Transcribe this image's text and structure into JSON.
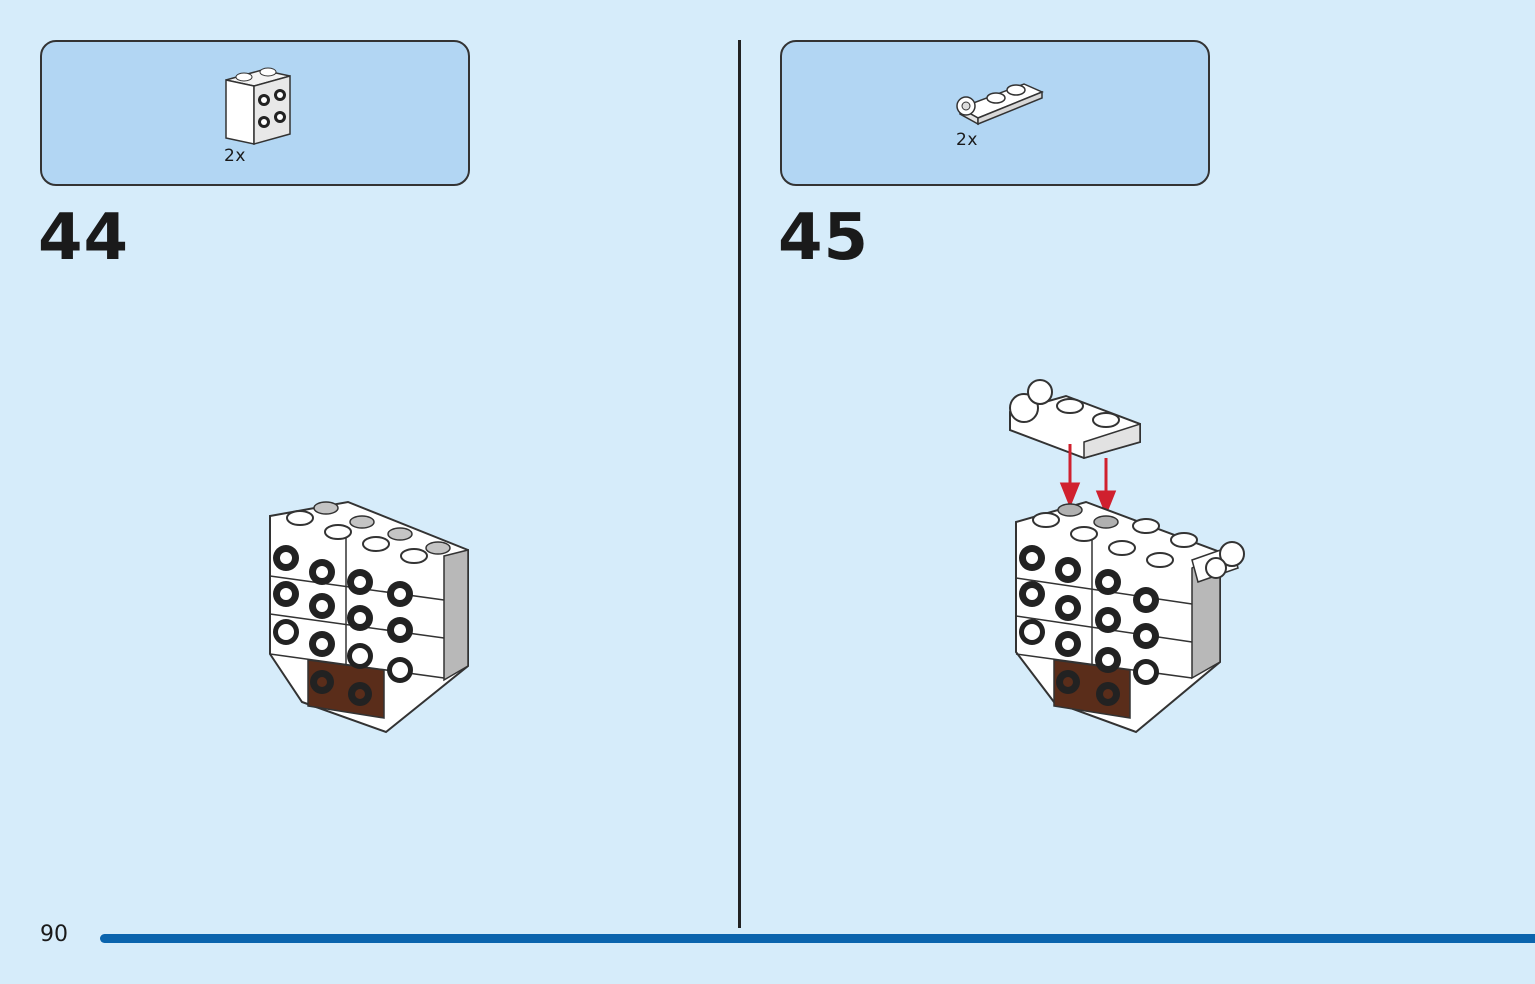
{
  "steps": [
    {
      "number": "44",
      "parts": [
        {
          "name": "brick-1x2-with-studs-on-side",
          "quantity": "2x"
        }
      ]
    },
    {
      "number": "45",
      "parts": [
        {
          "name": "plate-1x2-with-clip",
          "quantity": "2x"
        }
      ]
    }
  ],
  "page": {
    "number": "90"
  },
  "colors": {
    "background": "#d6ecfa",
    "parts_box": "#b2d6f3",
    "progress_bar": "#0b64ad",
    "arrow": "#d0202e"
  }
}
